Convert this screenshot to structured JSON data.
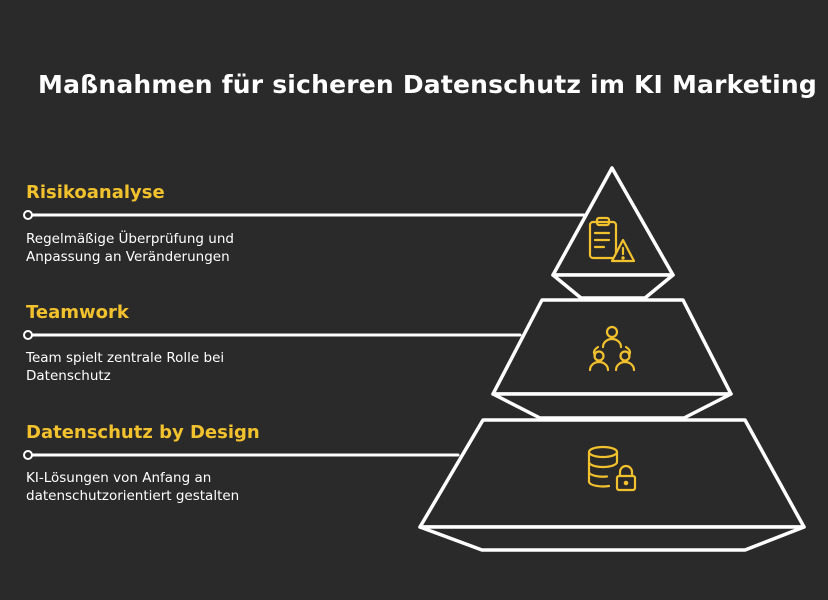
{
  "title": "Maßnahmen für sicheren Datenschutz im KI Marketing",
  "levels": [
    {
      "title": "Risikoanalyse",
      "description_lines": [
        "Regelmäßige Überprüfung und",
        "Anpassung an Veränderungen"
      ],
      "icon": "clipboard-warning-icon"
    },
    {
      "title": "Teamwork",
      "description_lines": [
        "Team spielt zentrale Rolle bei",
        "Datenschutz"
      ],
      "icon": "team-icon"
    },
    {
      "title": "Datenschutz by Design",
      "description_lines": [
        "KI-Lösungen von Anfang an",
        "datenschutzorientiert gestalten"
      ],
      "icon": "database-lock-icon"
    }
  ],
  "colors": {
    "background": "#2a2a2a",
    "accent": "#f2c12e",
    "outline": "#ffffff",
    "text": "#ffffff"
  }
}
